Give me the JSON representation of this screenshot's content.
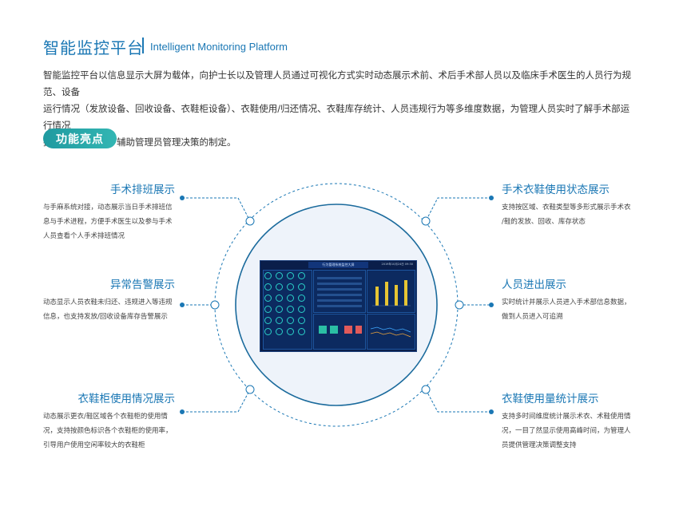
{
  "header": {
    "title_zh": "智能监控平台",
    "title_en": "Intelligent Monitoring Platform"
  },
  "intro": {
    "line1": "智能监控平台以信息显示大屏为载体，向护士长以及管理人员通过可视化方式实时动态展示术前、术后手术部人员以及临床手术医生的人员行为规范、设备",
    "line2": "运行情况（发放设备、回收设备、衣鞋柜设备）、衣鞋使用/归还情况、衣鞋库存统计、人员违规行为等多维度数据，为管理人员实时了解手术部运行情况",
    "line3": "提供了数据支撑，辅助管理员管理决策的制定。"
  },
  "badge": "功能亮点",
  "features": {
    "left": [
      {
        "title": "手术排班展示",
        "desc": [
          "与手麻系统对接，动态展示当日手术排班信",
          "息与手术进程，方便手术医生以及参与手术",
          "人员查看个人手术排班情况"
        ]
      },
      {
        "title": "异常告警展示",
        "desc": [
          "动态显示人员衣鞋未归还、违规进入等违规",
          "信息，也支持发放/回收设备库存告警展示"
        ]
      },
      {
        "title": "衣鞋柜使用情况展示",
        "desc": [
          "动态展示更衣/鞋区域各个衣鞋柜的使用情",
          "况，支持按颜色标识各个衣鞋柜的使用率，",
          "引导用户使用空闲率较大的衣鞋柜"
        ]
      }
    ],
    "right": [
      {
        "title": "手术衣鞋使用状态展示",
        "desc": [
          "支持按区域、衣鞋类型等多形式展示手术衣",
          "/鞋的发放、回收、库存状态"
        ]
      },
      {
        "title": "人员进出展示",
        "desc": [
          "实时统计并展示人员进入手术部信息数据，",
          "做到人员进入可追溯"
        ]
      },
      {
        "title": "衣鞋使用量统计展示",
        "desc": [
          "支持多时间维度统计展示术衣、术鞋使用情",
          "况，一目了然显示使用高峰时间，为管理人",
          "员提供管理决策调整支持"
        ]
      }
    ]
  },
  "screen": {
    "title": "行为管理系统监控大屏",
    "date": "2019年10月24日  09:30"
  },
  "colors": {
    "primary": "#1a77b4",
    "badge": "#1f9aa0",
    "screen_bg": "#0a1e4a"
  }
}
